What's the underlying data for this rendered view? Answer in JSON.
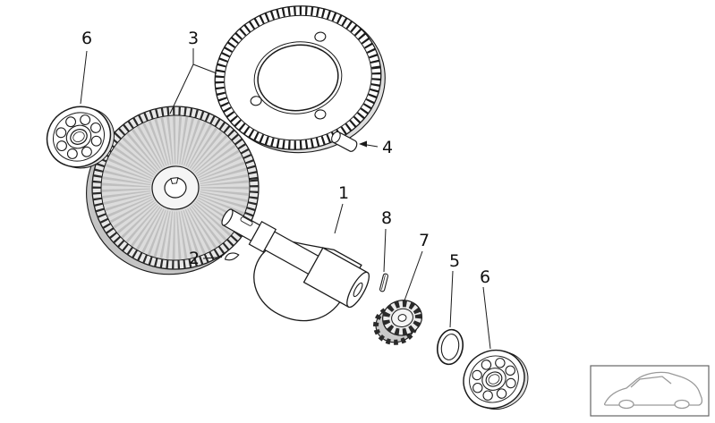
{
  "diagram": {
    "type": "exploded-parts-diagram",
    "colors": {
      "background": "#ffffff",
      "line": "#1a1a1a",
      "shade_light": "#e8e8e8",
      "shade_mid": "#c9c9c9",
      "car_line": "#9a9a9a"
    }
  },
  "callouts": [
    {
      "id": "bearing-top-left",
      "label": "6"
    },
    {
      "id": "gear-set",
      "label": "3"
    },
    {
      "id": "roller-pin",
      "label": "4"
    },
    {
      "id": "balance-shaft",
      "label": "1"
    },
    {
      "id": "woodruff-key",
      "label": "2"
    },
    {
      "id": "clamping-pin",
      "label": "8"
    },
    {
      "id": "pump-gear",
      "label": "7"
    },
    {
      "id": "shim-ring",
      "label": "5"
    },
    {
      "id": "bearing-bottom-right",
      "label": "6"
    }
  ]
}
